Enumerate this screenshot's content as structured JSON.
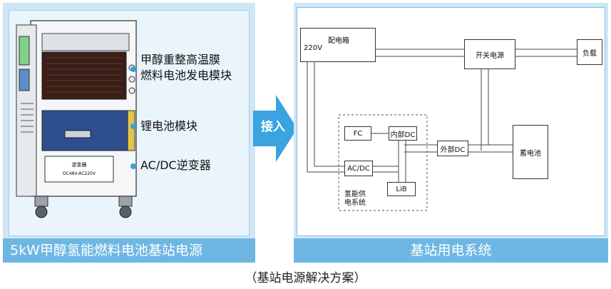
{
  "left_panel": {
    "footer": "5kW甲醇氢能燃料电池基站电源",
    "callouts": [
      {
        "line1": "甲醇重整高温膜",
        "line2": "燃料电池发电模块"
      },
      {
        "line1": "锂电池模块",
        "line2": ""
      },
      {
        "line1": "AC/DC逆变器",
        "line2": ""
      }
    ],
    "inverter_plate": {
      "line1": "逆变器",
      "line2": "DC48V-AC220V"
    }
  },
  "arrow_label": "接入",
  "right_panel": {
    "footer": "基站用电系统",
    "nodes": {
      "distribution_box": "配电箱",
      "voltage": "220V",
      "switch_power": "开关电源",
      "load": "负载",
      "fc": "FC",
      "internal_dc": "内部DC",
      "external_dc": "外部DC",
      "battery": "蓄电池",
      "acdc": "AC/DC",
      "lib": "LiB",
      "group_line1": "氢能供",
      "group_line2": "电系统"
    }
  },
  "caption": "（基站电源解决方案）",
  "colors": {
    "accent": "#6fb7e3",
    "panel": "#cfe6f6",
    "dot": "#3aa3d8"
  }
}
